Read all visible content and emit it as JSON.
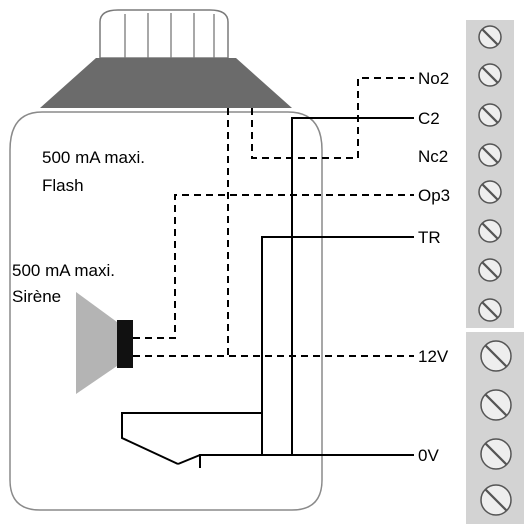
{
  "flash": {
    "rating": "500 mA maxi.",
    "name": "Flash"
  },
  "siren": {
    "rating": "500 mA maxi.",
    "name": "Sirène"
  },
  "terminals": {
    "no2": "No2",
    "c2": "C2",
    "nc2": "Nc2",
    "op3": "Op3",
    "tr": "TR",
    "v12": "12V",
    "v0": "0V"
  },
  "colors": {
    "housing_cone": "#6b6b6b",
    "terminal_block": "#d3d3d3",
    "speaker_cone": "#b4b4b4",
    "line": "#000000"
  }
}
